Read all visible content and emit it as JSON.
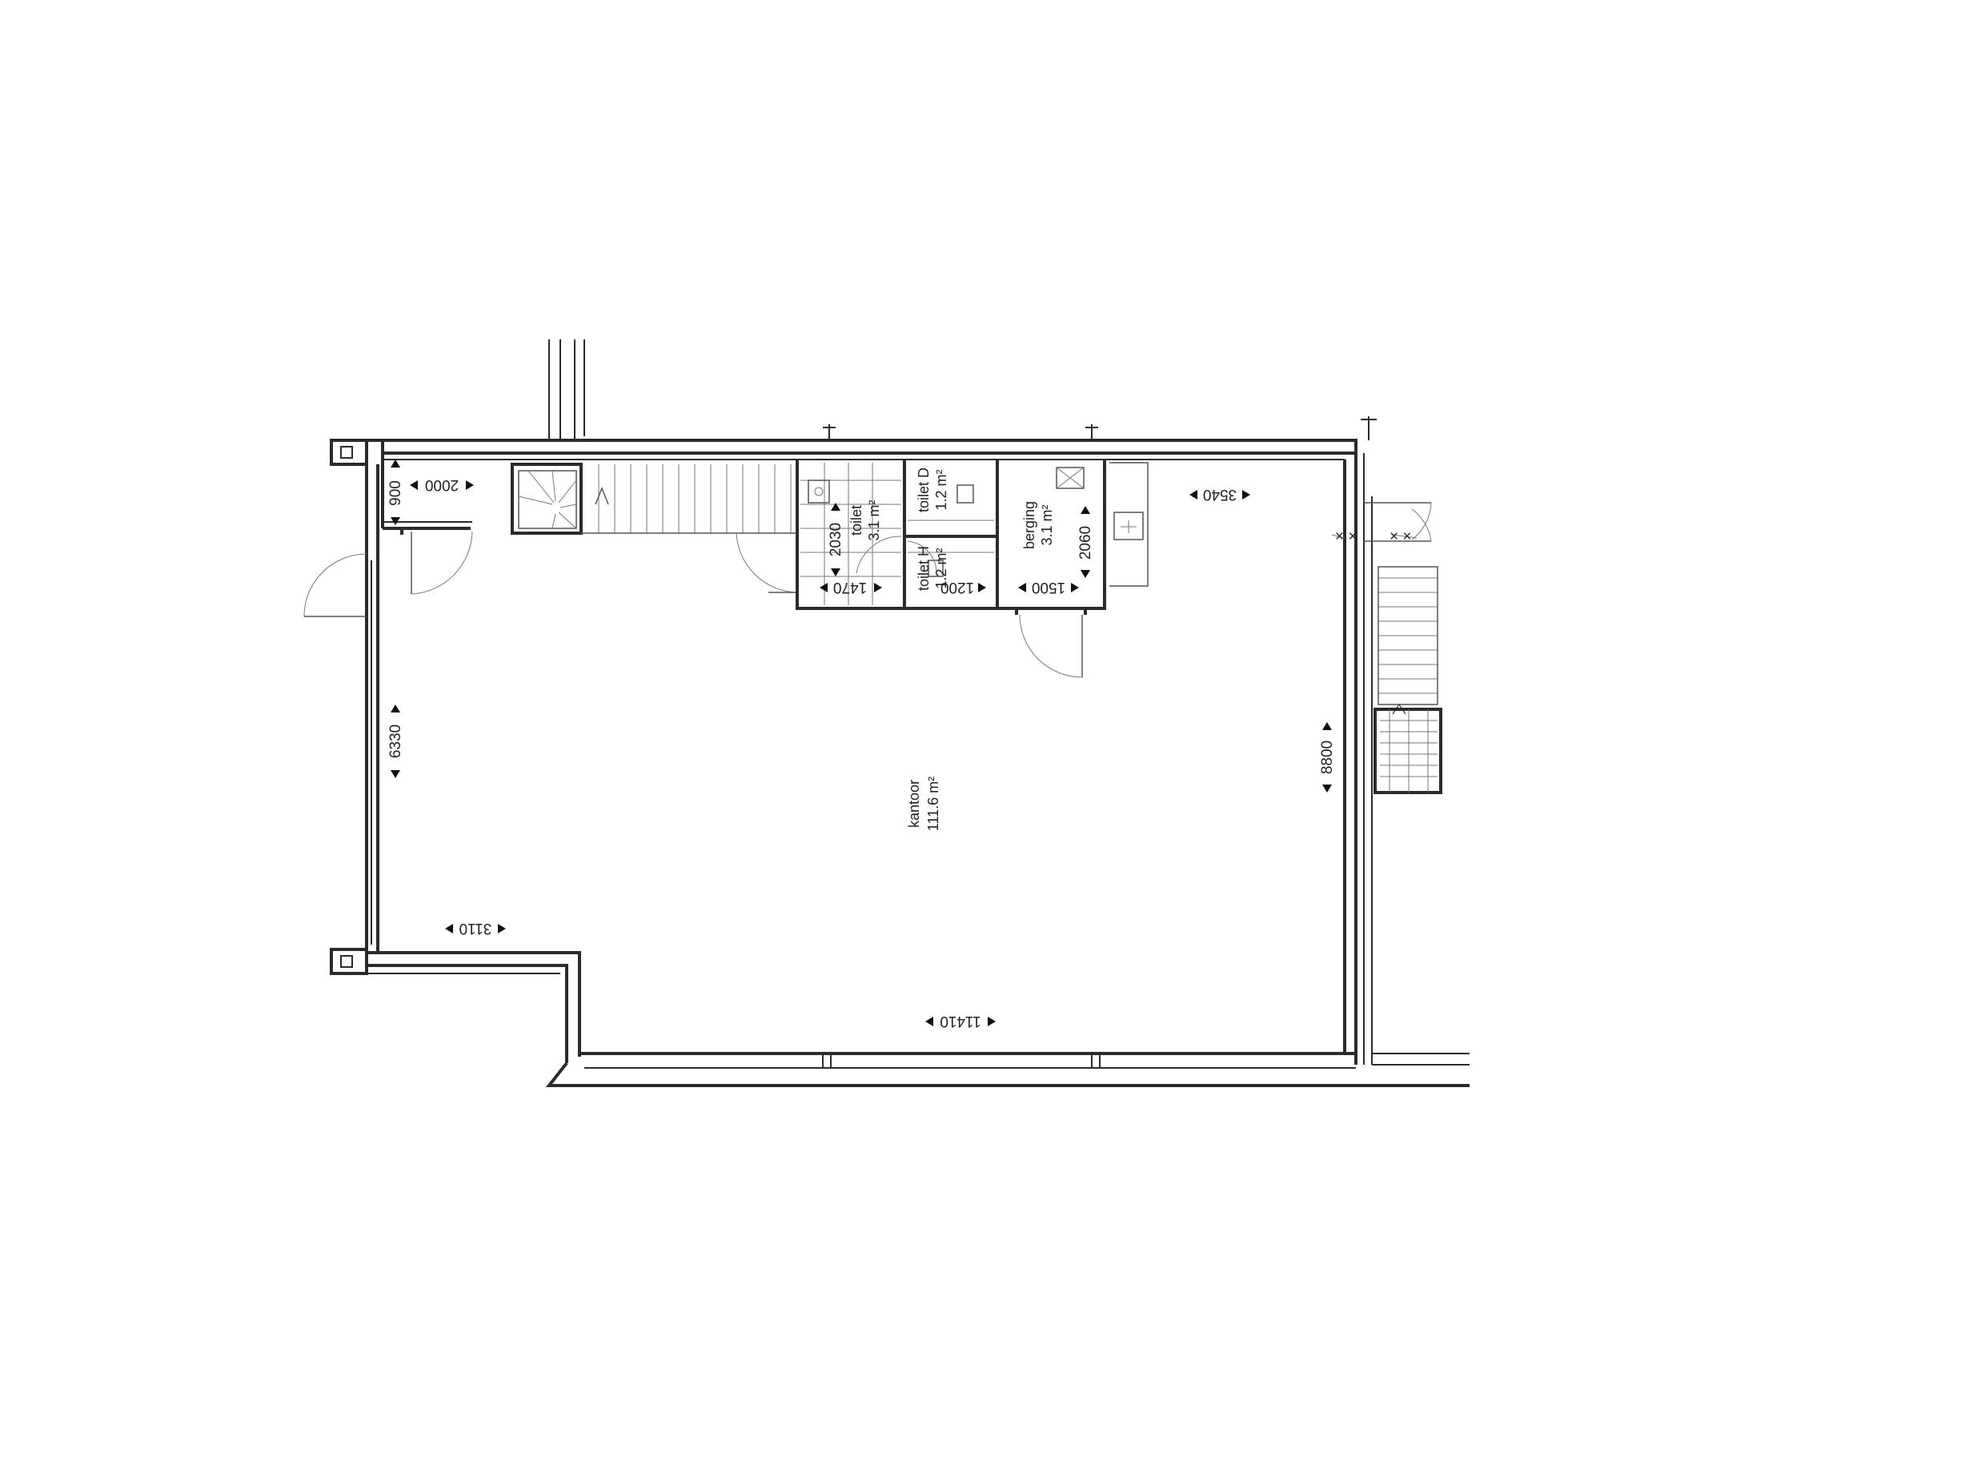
{
  "rooms": {
    "kantoor": {
      "name": "kantoor",
      "area": "111.6 m²"
    },
    "toilet": {
      "name": "toilet",
      "area": "3.1 m²"
    },
    "toilet_d": {
      "name": "toilet D",
      "area": "1.2 m²"
    },
    "toilet_h": {
      "name": "toilet H",
      "area": "1.2 m²"
    },
    "berging": {
      "name": "berging",
      "area": "3.1 m²"
    }
  },
  "dimensions": {
    "entry_width": "2000",
    "entry_depth": "900",
    "toilet_depth": "2030",
    "toilet_width": "1470",
    "toilet_h_width": "1200",
    "berging_depth": "2060",
    "berging_width": "1500",
    "upper_right_width": "3540",
    "left_height": "6330",
    "left_bottom_width": "3110",
    "right_height": "8800",
    "total_width": "11410"
  }
}
